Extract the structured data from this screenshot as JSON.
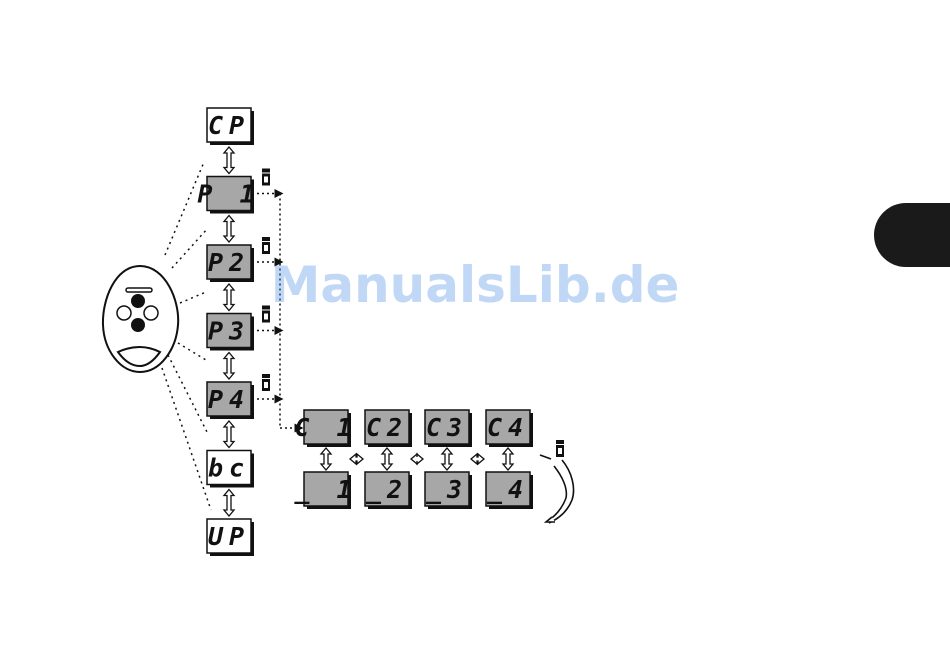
{
  "watermark": "ManualsLib.de",
  "menu": [
    {
      "id": "cp",
      "label": "CP",
      "shaded": false,
      "has_button": false
    },
    {
      "id": "p1",
      "label": "P 1",
      "shaded": true,
      "has_button": true
    },
    {
      "id": "p2",
      "label": "P2",
      "shaded": true,
      "has_button": true
    },
    {
      "id": "p3",
      "label": "P3",
      "shaded": true,
      "has_button": true
    },
    {
      "id": "p4",
      "label": "P4",
      "shaded": true,
      "has_button": true
    },
    {
      "id": "bc",
      "label": "bc",
      "shaded": false,
      "has_button": false
    },
    {
      "id": "up",
      "label": "UP",
      "shaded": false,
      "has_button": false
    }
  ],
  "channels": [
    {
      "top": "C 1",
      "bottom": "_ 1"
    },
    {
      "top": "C2",
      "bottom": "_2"
    },
    {
      "top": "C3",
      "bottom": "_3"
    },
    {
      "top": "C4",
      "bottom": "_4"
    }
  ],
  "colors": {
    "display_shaded": "#a7a7a7",
    "display_plain": "#ffffff",
    "remote_button": "#111111",
    "side_tab": "#1a1a1a"
  },
  "icons": {
    "remote": "remote-control-icon",
    "push_button": "push-button-icon",
    "rotate": "rotate-arrow-icon"
  }
}
